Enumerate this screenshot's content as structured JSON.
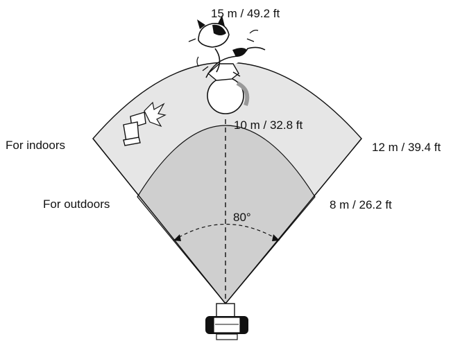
{
  "labels": {
    "outer_range": "15 m / 49.2 ft",
    "middle_range": "10 m / 32.8 ft",
    "right_upper": "12 m / 39.4 ft",
    "right_lower": "8 m / 26.2 ft",
    "indoors": "For indoors",
    "outdoors": "For outdoors",
    "angle": "80°"
  },
  "colors": {
    "outer_fan": "#e6e6e6",
    "inner_fan": "#cfcfcf",
    "outline": "#111111"
  },
  "icons": [
    "cat-on-ball-icon",
    "flash-unit-icon",
    "camera-icon"
  ]
}
